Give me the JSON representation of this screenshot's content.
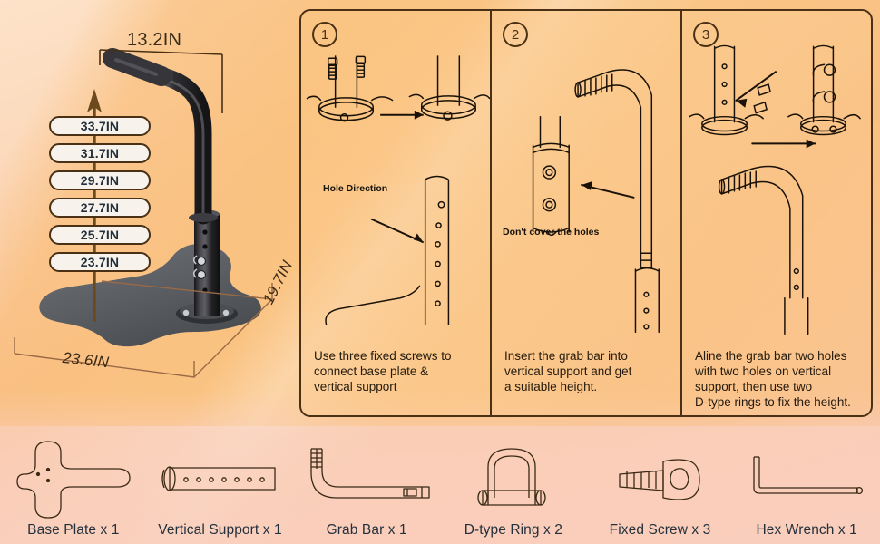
{
  "hero": {
    "width_dimension": "13.2IN",
    "base_width_dimension": "23.6IN",
    "base_depth_dimension": "19.7IN",
    "height_options": [
      "33.7IN",
      "31.7IN",
      "29.7IN",
      "27.7IN",
      "25.7IN",
      "23.7IN"
    ]
  },
  "steps": [
    {
      "number": "1",
      "caption": "Use three fixed screws to\nconnect base plate &\nvertical support",
      "note": "Hole Direction"
    },
    {
      "number": "2",
      "caption": "Insert the grab bar into\nvertical support and get\na suitable height.",
      "note": "Don't cover the holes"
    },
    {
      "number": "3",
      "caption": "Aline the grab bar two holes\nwith two holes on vertical\nsupport, then use two\nD-type rings to fix the height.",
      "note": ""
    }
  ],
  "parts": [
    {
      "label": "Base Plate x 1",
      "icon": "base-plate-icon"
    },
    {
      "label": "Vertical Support x 1",
      "icon": "vertical-support-icon"
    },
    {
      "label": "Grab Bar x 1",
      "icon": "grab-bar-icon"
    },
    {
      "label": "D-type Ring x 2",
      "icon": "d-type-ring-icon"
    },
    {
      "label": "Fixed Screw x 3",
      "icon": "fixed-screw-icon"
    },
    {
      "label": "Hex Wrench x 1",
      "icon": "hex-wrench-icon"
    }
  ],
  "colors": {
    "ink": "#4a3115",
    "line": "#3a2a16",
    "panel_bg": "#fbc98a",
    "page_bg": "#fbd4b4",
    "metal_dark": "#2b2b2d",
    "metal_plate": "#5d6064",
    "pill_bg": "#f7f3ec"
  }
}
